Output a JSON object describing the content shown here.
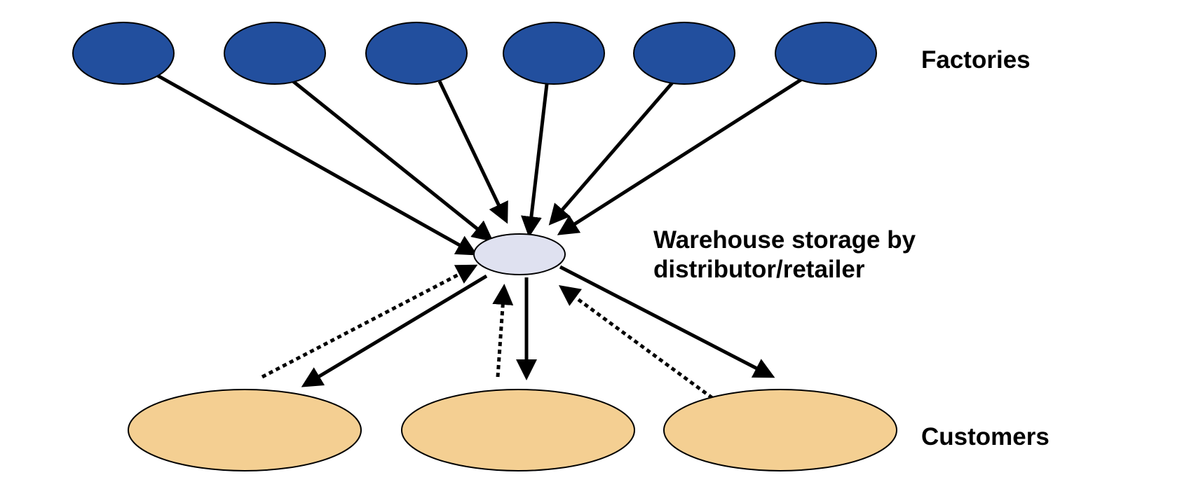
{
  "labels": {
    "factories": "Factories",
    "warehouse_line1": "Warehouse storage by",
    "warehouse_line2": "distributor/retailer",
    "customers": "Customers"
  },
  "colors": {
    "factory_fill": "#224F9E",
    "warehouse_fill": "#DFE1F0",
    "customer_fill": "#F4CF92",
    "stroke": "#000000"
  },
  "nodes": {
    "factories": [
      {
        "id": "factory-1"
      },
      {
        "id": "factory-2"
      },
      {
        "id": "factory-3"
      },
      {
        "id": "factory-4"
      },
      {
        "id": "factory-5"
      },
      {
        "id": "factory-6"
      }
    ],
    "warehouse": {
      "id": "warehouse"
    },
    "customers": [
      {
        "id": "customer-1"
      },
      {
        "id": "customer-2"
      },
      {
        "id": "customer-3"
      }
    ]
  },
  "edges": [
    {
      "from": "factory-1",
      "to": "warehouse",
      "style": "solid"
    },
    {
      "from": "factory-2",
      "to": "warehouse",
      "style": "solid"
    },
    {
      "from": "factory-3",
      "to": "warehouse",
      "style": "solid"
    },
    {
      "from": "factory-4",
      "to": "warehouse",
      "style": "solid"
    },
    {
      "from": "factory-5",
      "to": "warehouse",
      "style": "solid"
    },
    {
      "from": "factory-6",
      "to": "warehouse",
      "style": "solid"
    },
    {
      "from": "warehouse",
      "to": "customer-1",
      "style": "solid"
    },
    {
      "from": "warehouse",
      "to": "customer-2",
      "style": "solid"
    },
    {
      "from": "warehouse",
      "to": "customer-3",
      "style": "solid"
    },
    {
      "from": "customer-1",
      "to": "warehouse",
      "style": "dotted"
    },
    {
      "from": "customer-2",
      "to": "warehouse",
      "style": "dotted"
    },
    {
      "from": "customer-3",
      "to": "warehouse",
      "style": "dotted"
    }
  ]
}
